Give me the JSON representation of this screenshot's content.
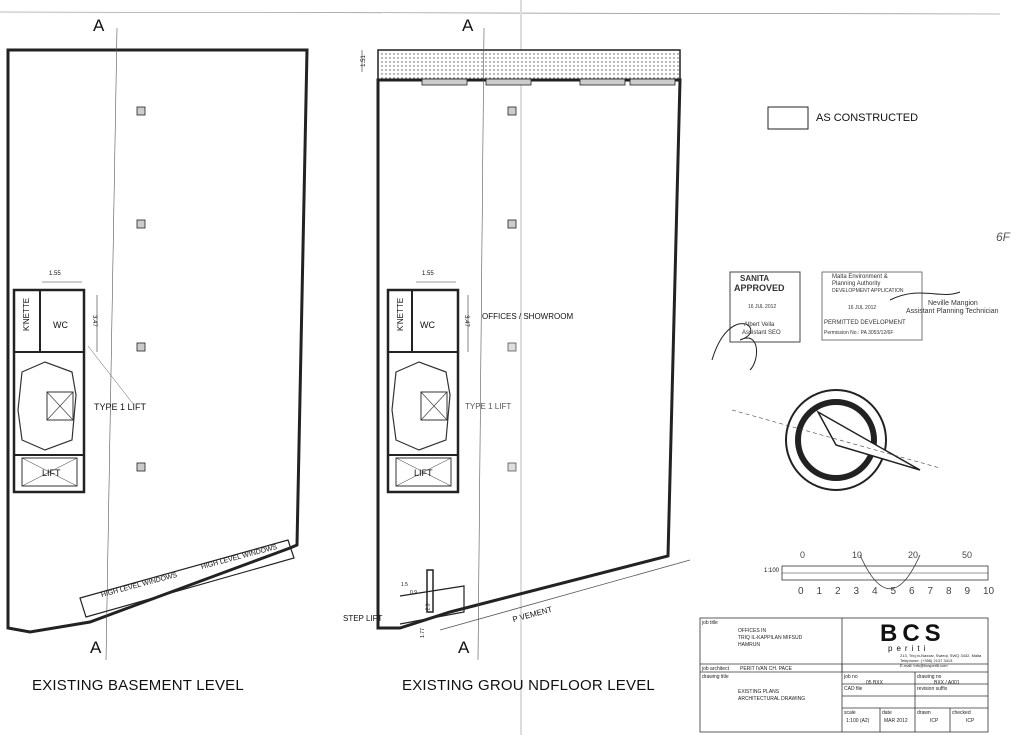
{
  "plans": {
    "basement": {
      "title": "EXISTING BASEMENT LEVEL",
      "section_mark": "A",
      "dimension_width": "1.55",
      "dimension_height": "3.47",
      "knette": "K'NETTE",
      "wc": "WC",
      "type1_lift": "TYPE 1 LIFT",
      "lift": "LIFT",
      "windows_a": "HIGH LEVEL WINDOWS",
      "windows_b": "HIGH LEVEL WINDOWS"
    },
    "ground": {
      "title": "EXISTING GROU NDFLOOR LEVEL",
      "section_mark": "A",
      "dim_top": "1.51",
      "dimension_width": "1.55",
      "dimension_height": "3.47",
      "knette": "K'NETTE",
      "wc": "WC",
      "offices": "OFFICES / SHOWROOM",
      "type1_lift": "TYPE 1 LIFT",
      "lift": "LIFT",
      "step_lift": "STEP LIFT",
      "pavement": "P VEMENT",
      "dim_a": "1.5",
      "dim_b": "0.9",
      "dim_c": "2.3",
      "dim_d": "1.77"
    }
  },
  "legend": {
    "as_constructed": "AS CONSTRUCTED"
  },
  "margin_note": "6F",
  "stamps": {
    "sanita_title": "SANITA",
    "sanita_approved": "APPROVED",
    "sanita_date": "16 JUL 2012",
    "sanita_person": "Albert Vella",
    "sanita_role": "Assistant SEO",
    "mepa_l1": "Malta Environment &",
    "mepa_l2": "Planning Authority",
    "mepa_l3": "DEVELOPMENT APPLICATION",
    "mepa_date": "16 JUL 2012",
    "mepa_permitted": "PERMITTED DEVELOPMENT",
    "mepa_ref": "Permission No.: PA 3053/12/6F",
    "officer_name": "Neville Mangion",
    "officer_role": "Assistant Planning Technician"
  },
  "scale_bar": {
    "scale_text": "1:100",
    "top_ticks": [
      "0",
      "10",
      "20",
      "50"
    ],
    "bottom_ticks": [
      "0",
      "1",
      "2",
      "3",
      "4",
      "5",
      "6",
      "7",
      "8",
      "9",
      "10"
    ]
  },
  "title_block": {
    "job_title_label": "job title",
    "job_title_l1": "OFFICES IN",
    "job_title_l2": "TRIQ IL-KAPPILAN MIFSUD",
    "job_title_l3": "HAMRUN",
    "firm_logo": "BCS",
    "firm_sub": "periti",
    "firm_addr": "213, Triq in-Naxxar, Swieqi, SWQ 3432, Malta",
    "firm_tel": "Telephone: (+356) 2137 3413",
    "firm_email": "E-mail: info@bcsperiti.com",
    "job_architect_label": "job architect",
    "job_architect": "PERIT IVAN CH. PACE",
    "job_no_label": "job no",
    "job_no": "05 BXX",
    "drawing_no_label": "drawing no",
    "drawing_no": "BXX / A001",
    "drawing_title_label": "drawing title",
    "drawing_title_l1": "EXISTING PLANS",
    "drawing_title_l2": "ARCHITECTURAL DRAWING",
    "cad_label": "CAD file",
    "revision_label": "revision suffix",
    "scale_label": "scale",
    "scale": "1:100 (A2)",
    "date_label": "date",
    "date": "MAR 2012",
    "drawn_label": "drawn",
    "drawn": "ICP",
    "checked_label": "checked",
    "checked": "ICP"
  }
}
